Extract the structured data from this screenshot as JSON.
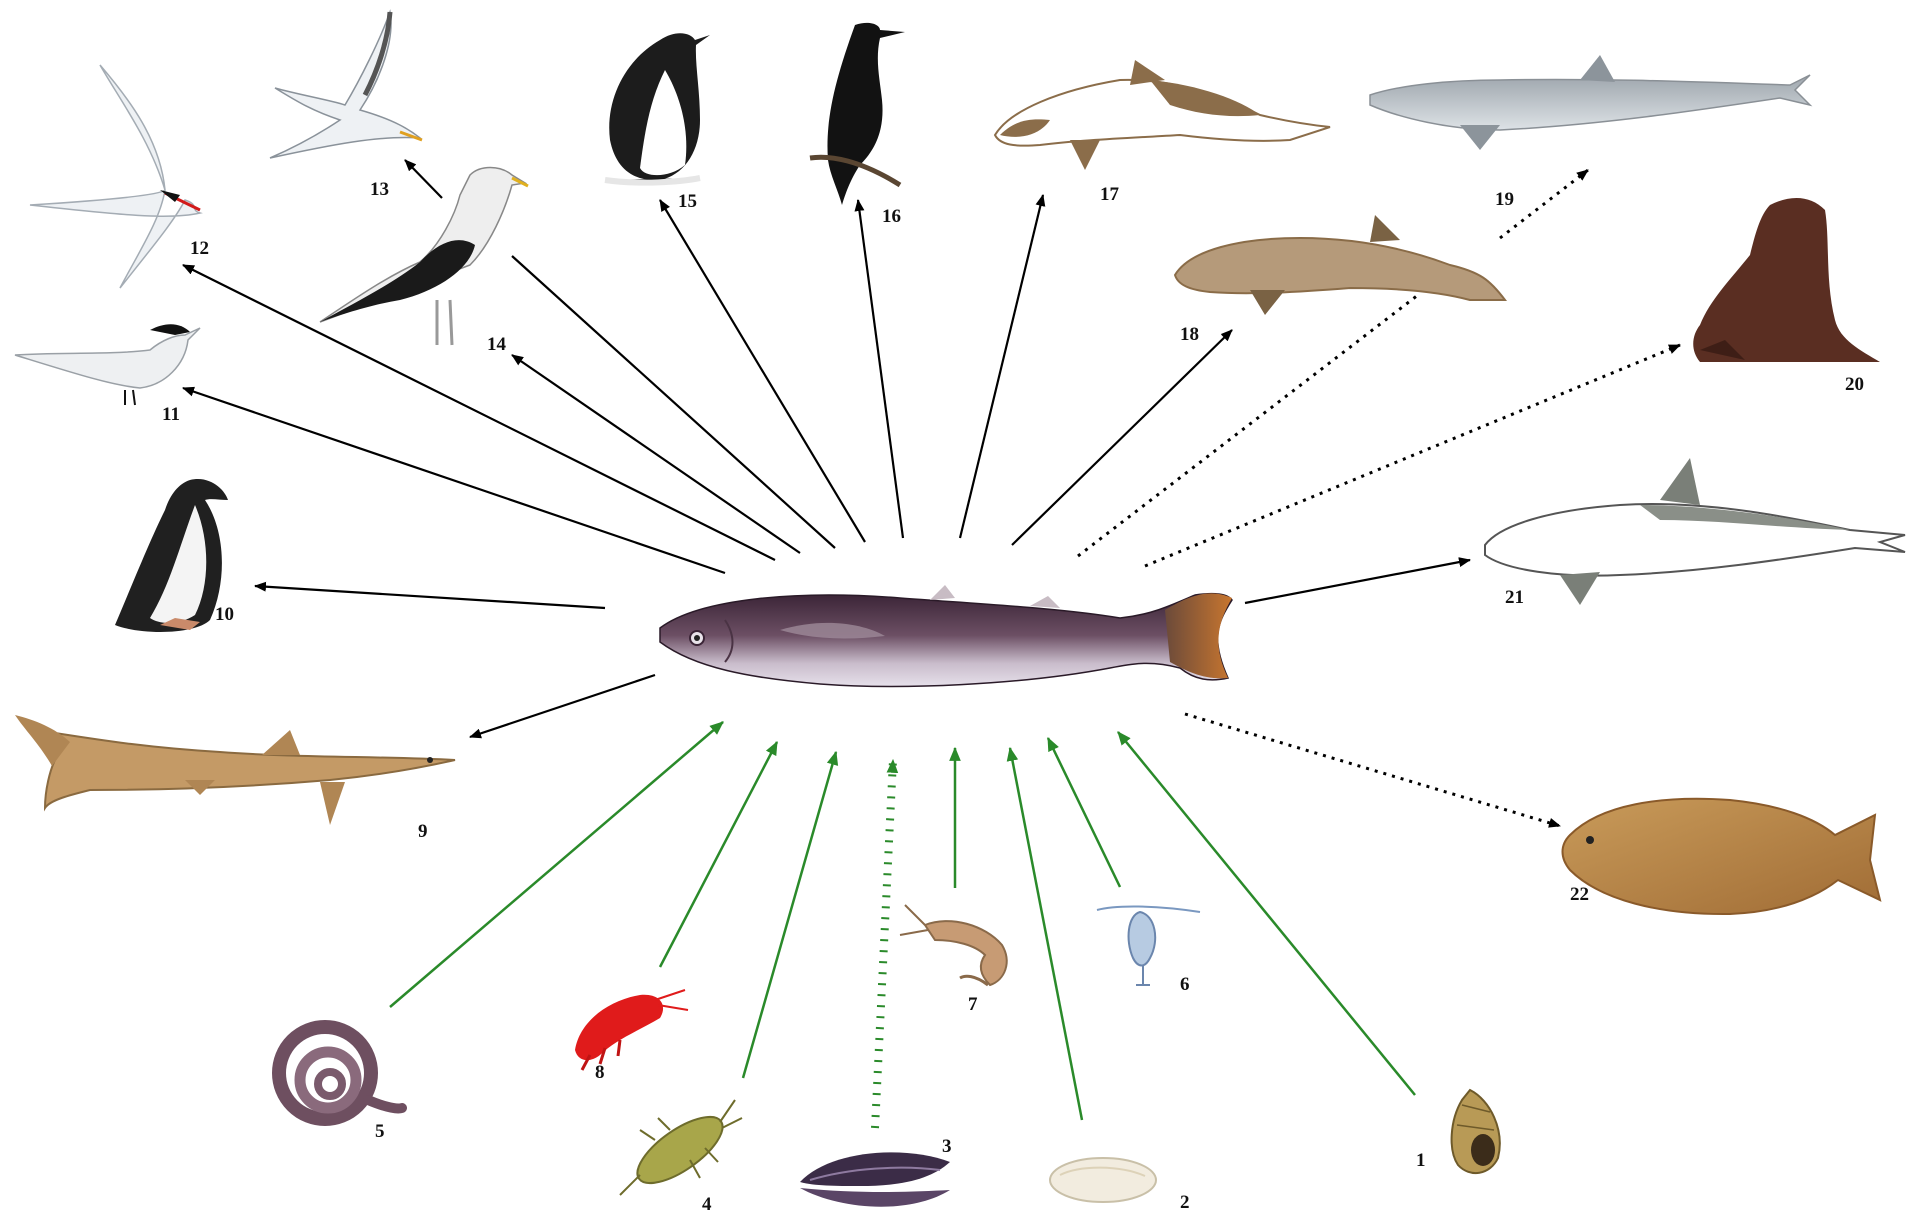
{
  "title": "",
  "center": {
    "name": "central-fish"
  },
  "colors": {
    "predator_arrow": "#000000",
    "prey_arrow": "#2a8a2a",
    "background": "#ffffff"
  },
  "organisms": [
    {
      "id": "1",
      "label": "1",
      "kind": "snail",
      "role": "prey",
      "link": "solid"
    },
    {
      "id": "2",
      "label": "2",
      "kind": "clam",
      "role": "prey",
      "link": "solid"
    },
    {
      "id": "3",
      "label": "3",
      "kind": "mussel",
      "role": "prey",
      "link": "dashed"
    },
    {
      "id": "4",
      "label": "4",
      "kind": "isopod",
      "role": "prey",
      "link": "solid"
    },
    {
      "id": "5",
      "label": "5",
      "kind": "worm",
      "role": "prey",
      "link": "solid"
    },
    {
      "id": "6",
      "label": "6",
      "kind": "copepod",
      "role": "prey",
      "link": "solid"
    },
    {
      "id": "7",
      "label": "7",
      "kind": "shrimp",
      "role": "prey",
      "link": "solid"
    },
    {
      "id": "8",
      "label": "8",
      "kind": "amphipod",
      "role": "prey",
      "link": "solid"
    },
    {
      "id": "9",
      "label": "9",
      "kind": "shark",
      "role": "predator",
      "link": "solid"
    },
    {
      "id": "10",
      "label": "10",
      "kind": "penguin",
      "role": "predator",
      "link": "solid"
    },
    {
      "id": "11",
      "label": "11",
      "kind": "tern-standing",
      "role": "predator",
      "link": "solid"
    },
    {
      "id": "12",
      "label": "12",
      "kind": "tern-flying",
      "role": "predator",
      "link": "solid"
    },
    {
      "id": "13",
      "label": "13",
      "kind": "tern-flying",
      "role": "predator",
      "link": "solid"
    },
    {
      "id": "14",
      "label": "14",
      "kind": "gull",
      "role": "predator",
      "link": "solid"
    },
    {
      "id": "15",
      "label": "15",
      "kind": "shag",
      "role": "predator",
      "link": "solid"
    },
    {
      "id": "16",
      "label": "16",
      "kind": "cormorant",
      "role": "predator",
      "link": "solid"
    },
    {
      "id": "17",
      "label": "17",
      "kind": "dolphin-bw",
      "role": "predator",
      "link": "solid"
    },
    {
      "id": "18",
      "label": "18",
      "kind": "porpoise",
      "role": "predator",
      "link": "solid"
    },
    {
      "id": "19",
      "label": "19",
      "kind": "dolphin",
      "role": "predator",
      "link": "dashed"
    },
    {
      "id": "20",
      "label": "20",
      "kind": "sea-lion",
      "role": "predator",
      "link": "dashed"
    },
    {
      "id": "21",
      "label": "21",
      "kind": "dolphin-dusky",
      "role": "predator",
      "link": "solid"
    },
    {
      "id": "22",
      "label": "22",
      "kind": "flounder",
      "role": "predator",
      "link": "dashed"
    }
  ]
}
